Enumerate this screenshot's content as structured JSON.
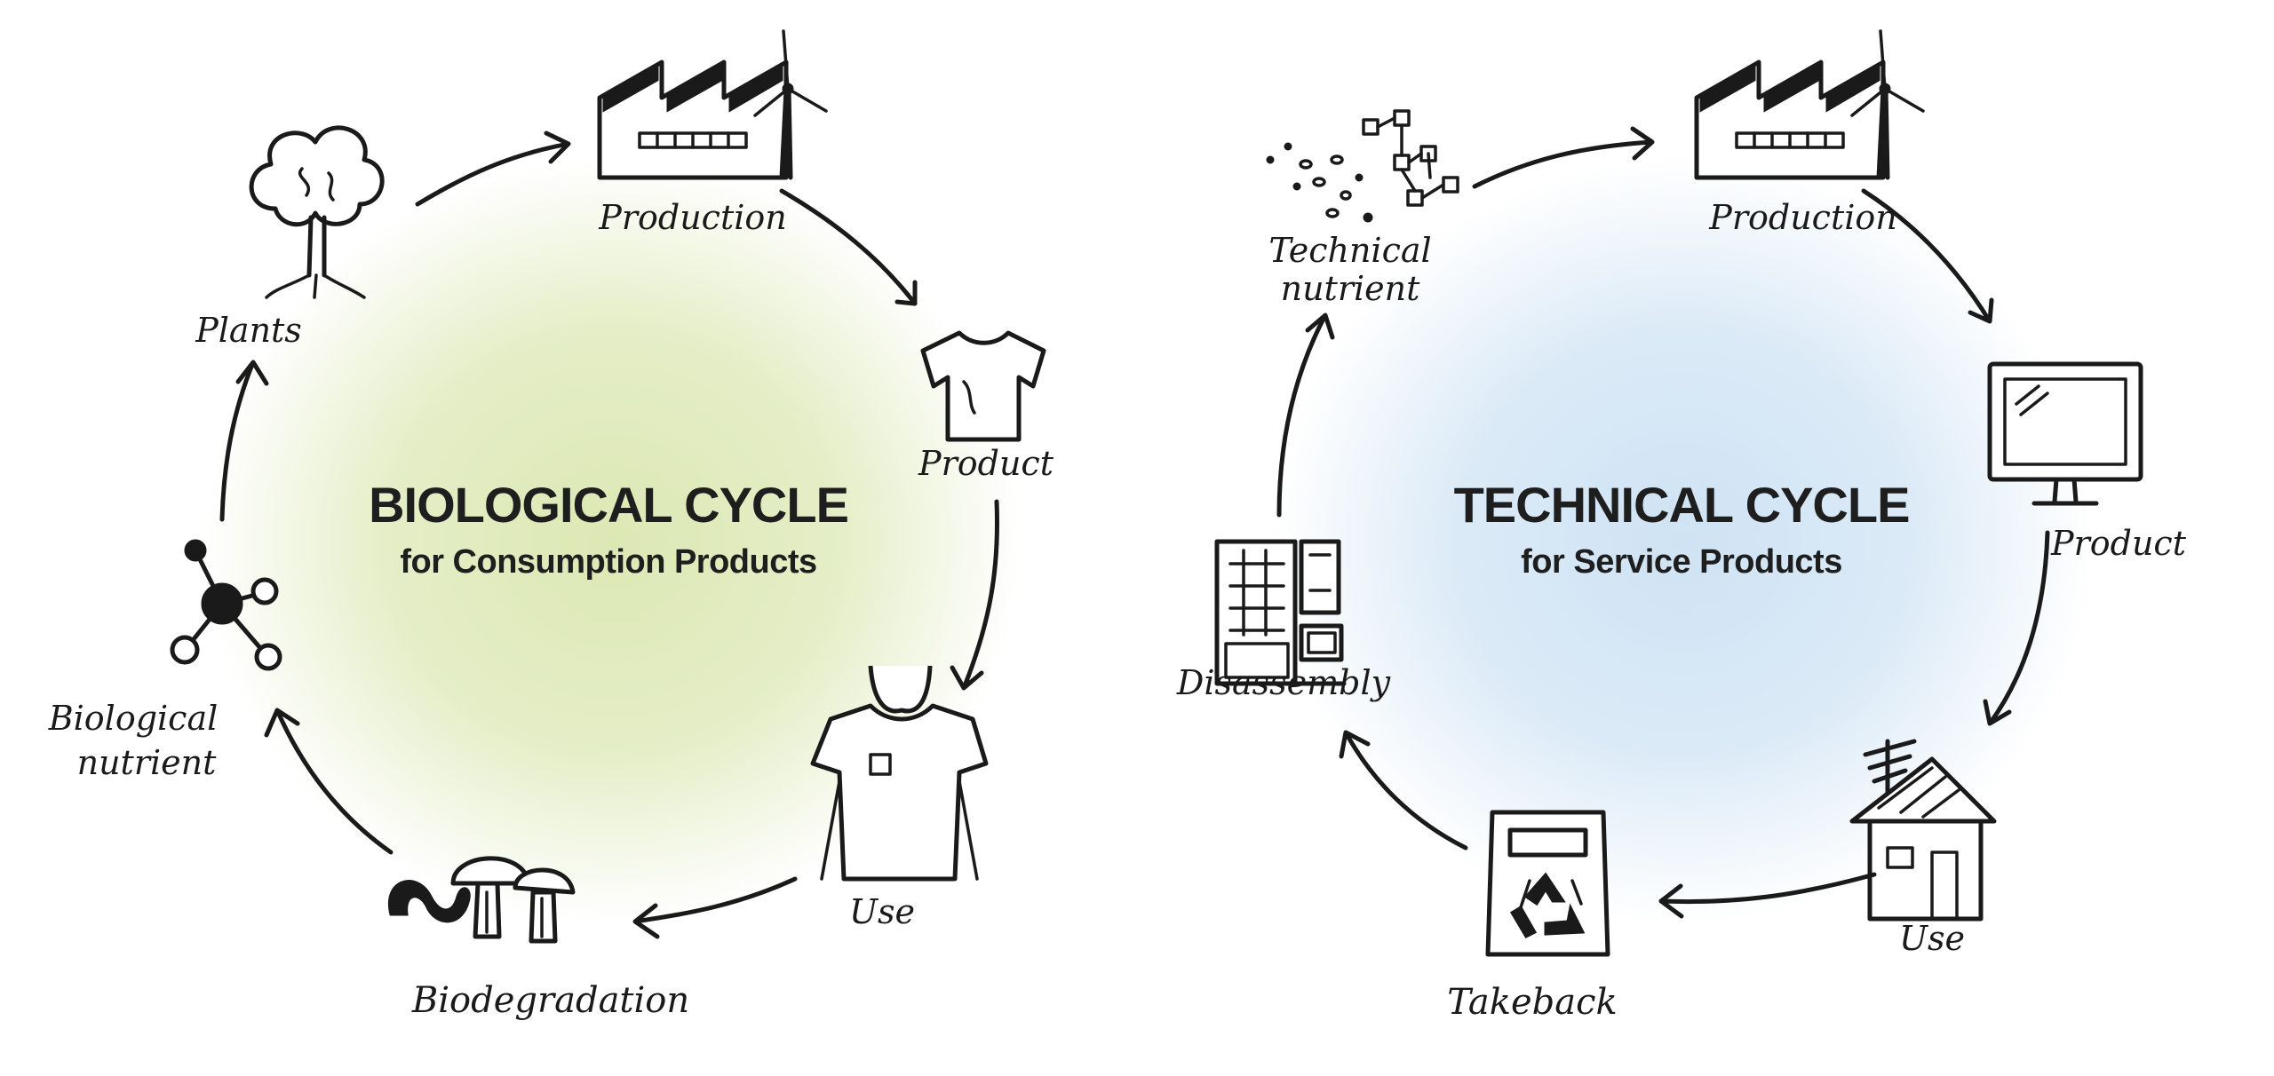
{
  "biological": {
    "title": "BIOLOGICAL CYCLE",
    "subtitle": "for Consumption Products",
    "glow_color": "#dce8b4",
    "stages": {
      "production": "Production",
      "product": "Product",
      "use": "Use",
      "biodegradation": "Biodegradation",
      "nutrient_line1": "Biological",
      "nutrient_line2": "nutrient",
      "plants": "Plants"
    },
    "icons": {
      "production": "factory-icon",
      "product": "tshirt-icon",
      "use": "person-wearing-shirt-icon",
      "biodegradation": "worm-and-mushrooms-icon",
      "nutrient": "molecule-icon",
      "plants": "tree-icon"
    }
  },
  "technical": {
    "title": "TECHNICAL CYCLE",
    "subtitle": "for Service Products",
    "glow_color": "#cfe3f4",
    "stages": {
      "production": "Production",
      "product": "Product",
      "use": "Use",
      "takeback": "Takeback",
      "disassembly": "Disassembly",
      "nutrient_line1": "Technical",
      "nutrient_line2": "nutrient"
    },
    "icons": {
      "production": "factory-icon",
      "product": "monitor-icon",
      "use": "house-with-antenna-icon",
      "takeback": "recycling-bin-icon",
      "disassembly": "disassembled-parts-icon",
      "nutrient": "technical-particles-icon"
    }
  }
}
